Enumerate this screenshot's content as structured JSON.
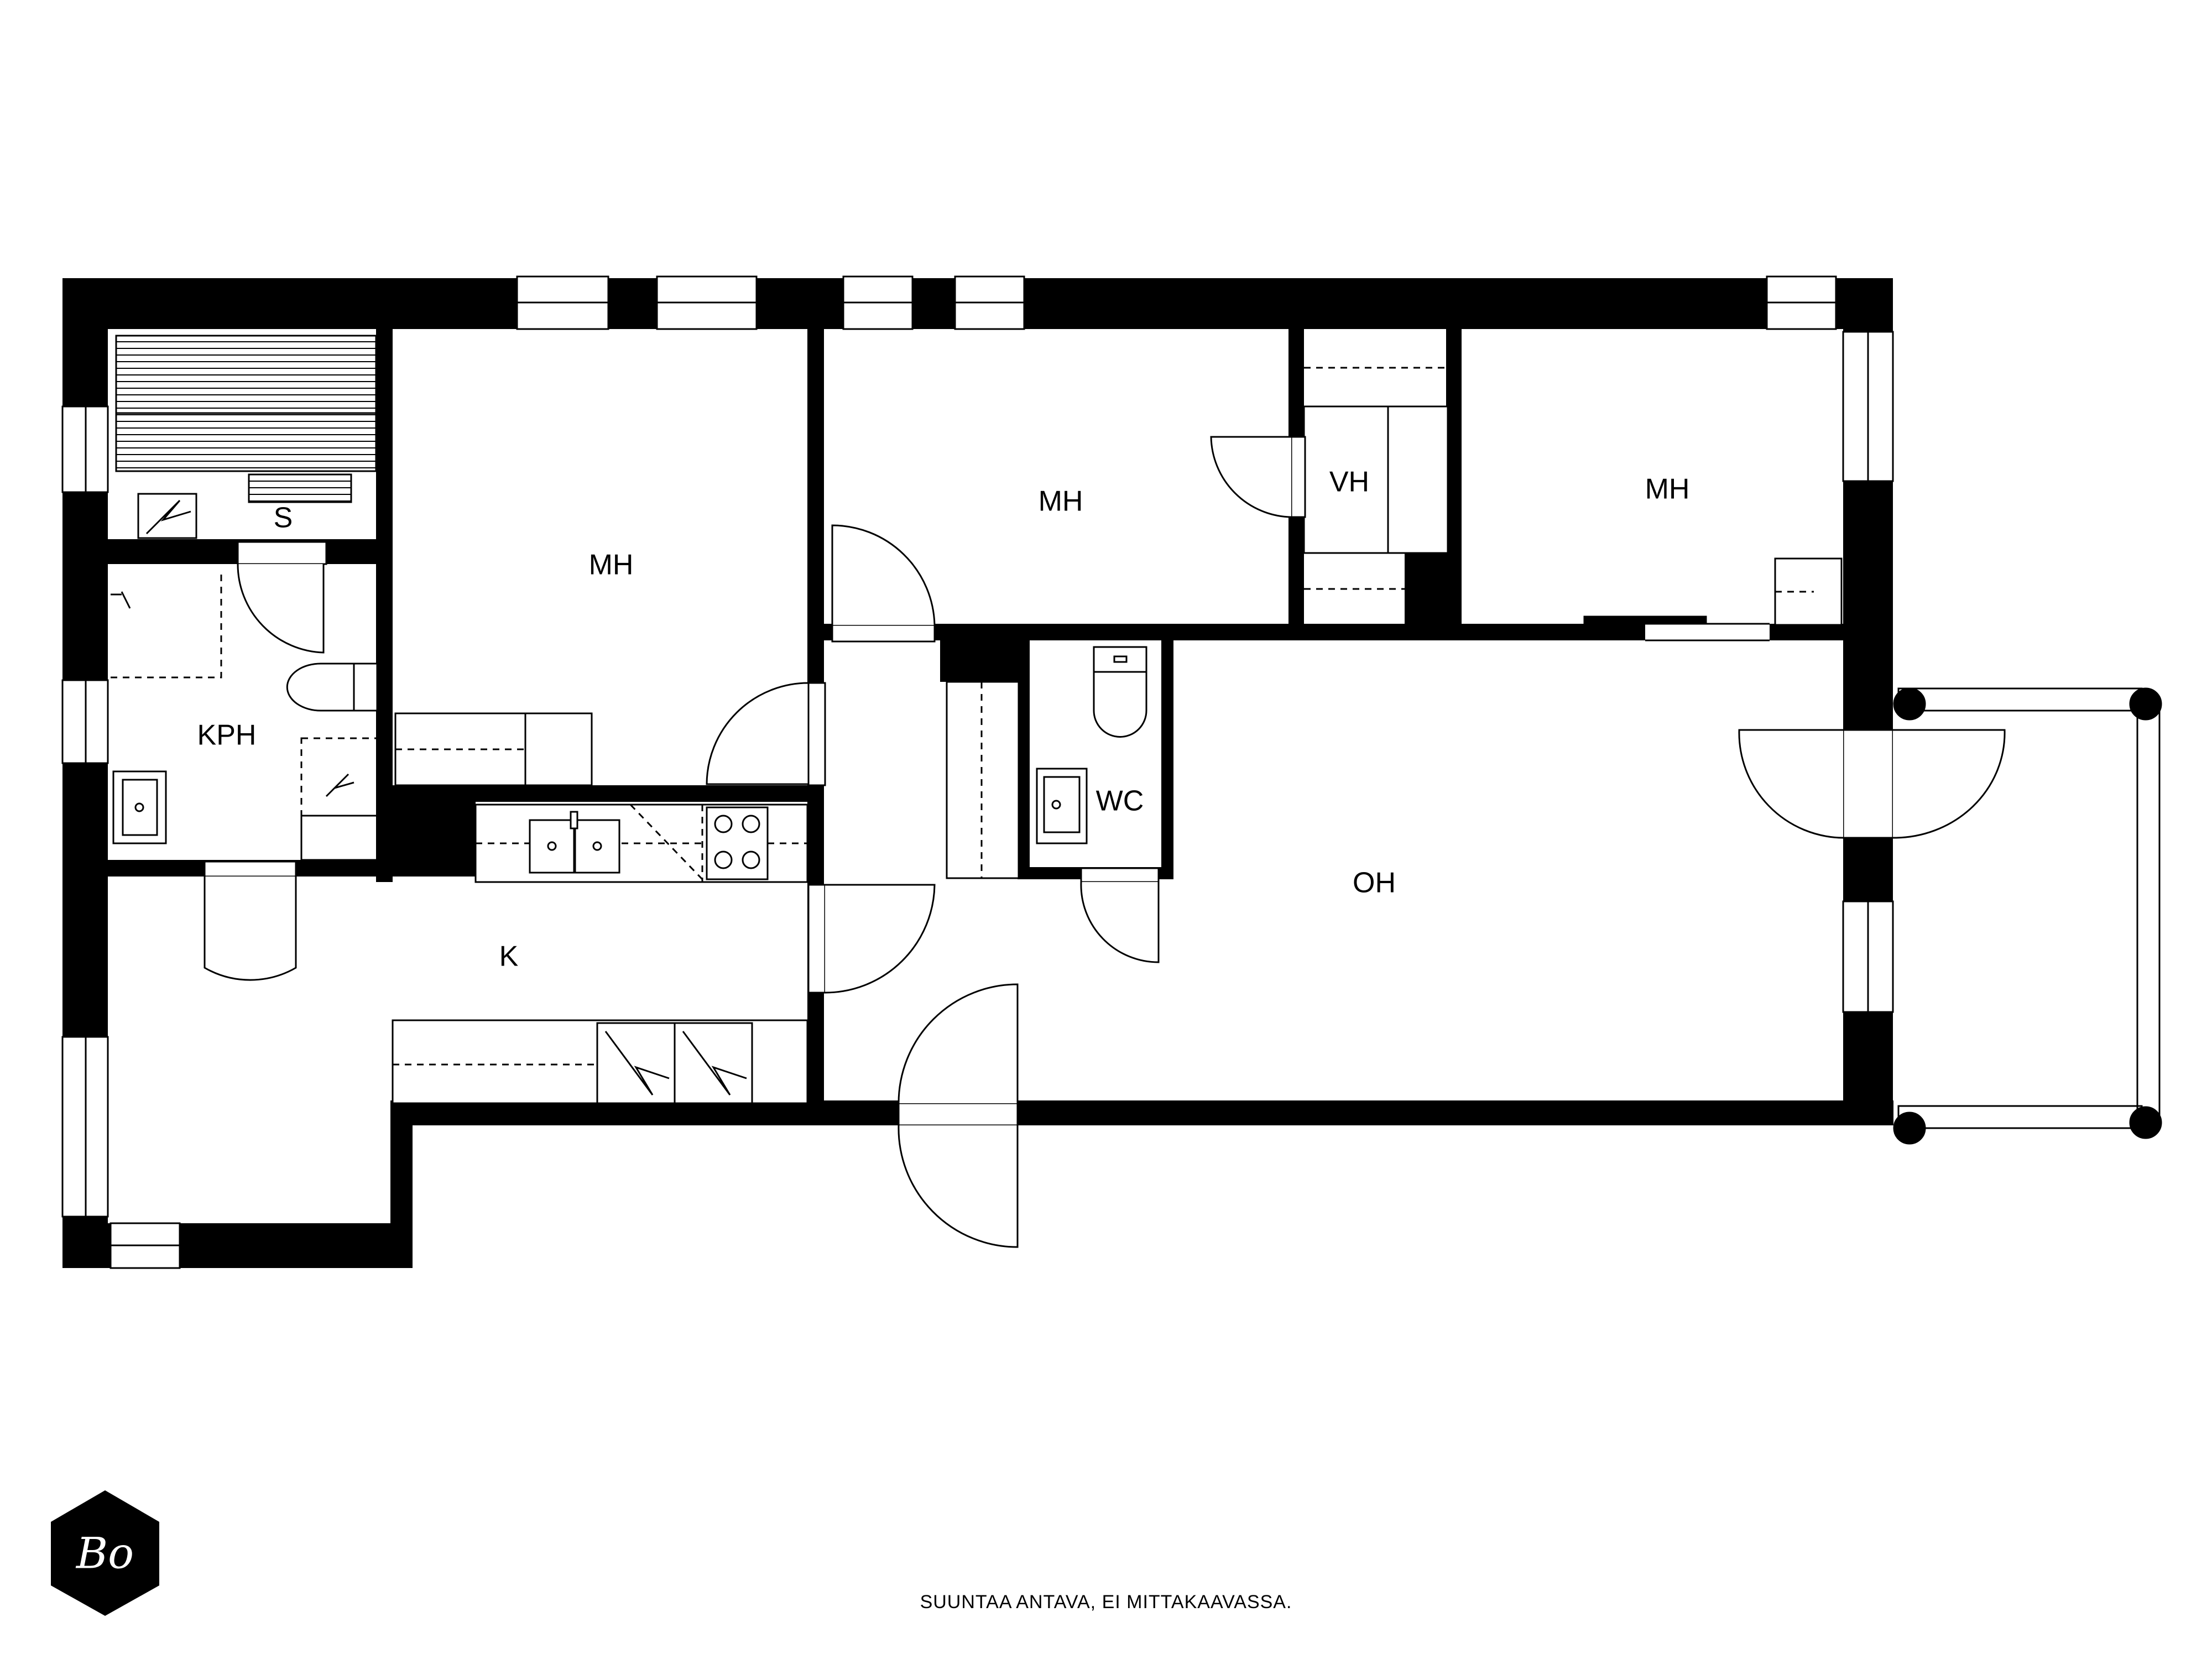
{
  "rooms": {
    "sauna": "S",
    "bathroom": "KPH",
    "bedroom_left": "MH",
    "bedroom_middle": "MH",
    "walk_in_closet": "VH",
    "bedroom_right": "MH",
    "toilet": "WC",
    "living_room": "OH",
    "kitchen": "K"
  },
  "logo": {
    "text": "Bo"
  },
  "footer": {
    "note": "SUUNTAA ANTAVA, EI MITTAKAAVASSA."
  }
}
